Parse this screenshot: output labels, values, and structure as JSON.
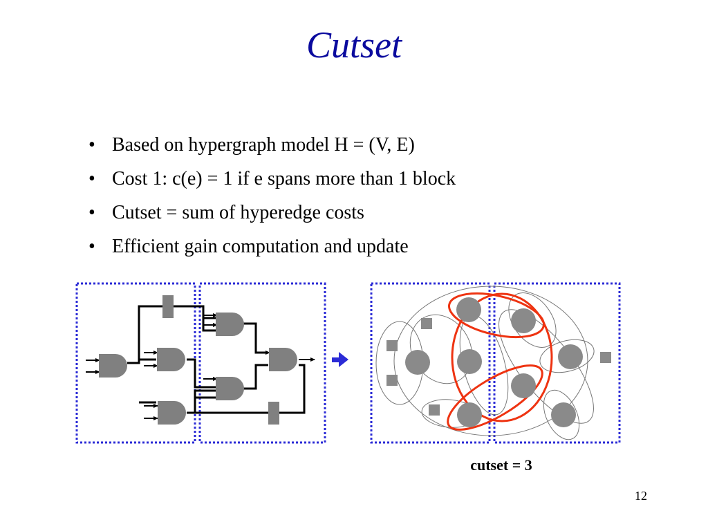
{
  "slide": {
    "title": "Cutset",
    "bullets": [
      "Based on hypergraph model H = (V, E)",
      "Cost 1: c(e) = 1 if e spans more than 1 block",
      "Cutset = sum of hyperedge costs",
      "Efficient gain computation and update"
    ],
    "bullet_symbol": "•",
    "cutset_label": "cutset = 3",
    "page_number": "12"
  },
  "colors": {
    "title": "#0a0a9e",
    "partition_border": "#2b2bd6",
    "gate_fill": "#808080",
    "node_fill": "#8a8a8a",
    "cut_edge": "#ee3311",
    "hyperedge": "#777777",
    "arrow": "#2b2bd6"
  }
}
